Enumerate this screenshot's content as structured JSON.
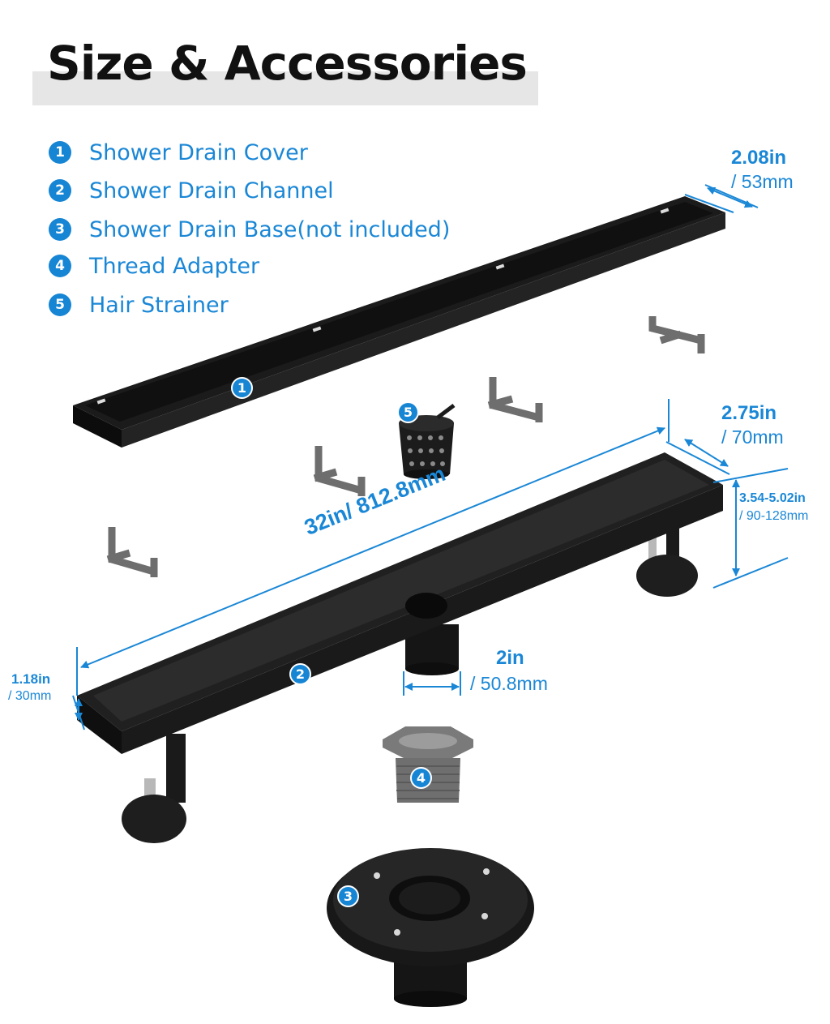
{
  "title": "Size & Accessories",
  "legend": [
    {
      "num": "1",
      "label": "Shower Drain Cover"
    },
    {
      "num": "2",
      "label": "Shower Drain Channel"
    },
    {
      "num": "3",
      "label": "Shower Drain Base(not included)"
    },
    {
      "num": "4",
      "label": "Thread Adapter"
    },
    {
      "num": "5",
      "label": "Hair Strainer"
    }
  ],
  "dimensions": {
    "cover_width": {
      "main": "2.08in",
      "sub": "/ 53mm"
    },
    "channel_width": {
      "main": "2.75in",
      "sub": "/ 70mm"
    },
    "height_range": {
      "main": "3.54-5.02in",
      "sub": "/ 90-128mm"
    },
    "length": {
      "main": "32in/ 812.8mm"
    },
    "outlet": {
      "main": "2in",
      "sub": "/ 50.8mm"
    },
    "depth": {
      "main": "1.18in",
      "sub": "/ 30mm"
    }
  },
  "markers": {
    "m1": "1",
    "m2": "2",
    "m3": "3",
    "m4": "4",
    "m5": "5"
  },
  "colors": {
    "accent": "#1685d4",
    "product": "#111111",
    "bracket": "#6e6e6e"
  }
}
